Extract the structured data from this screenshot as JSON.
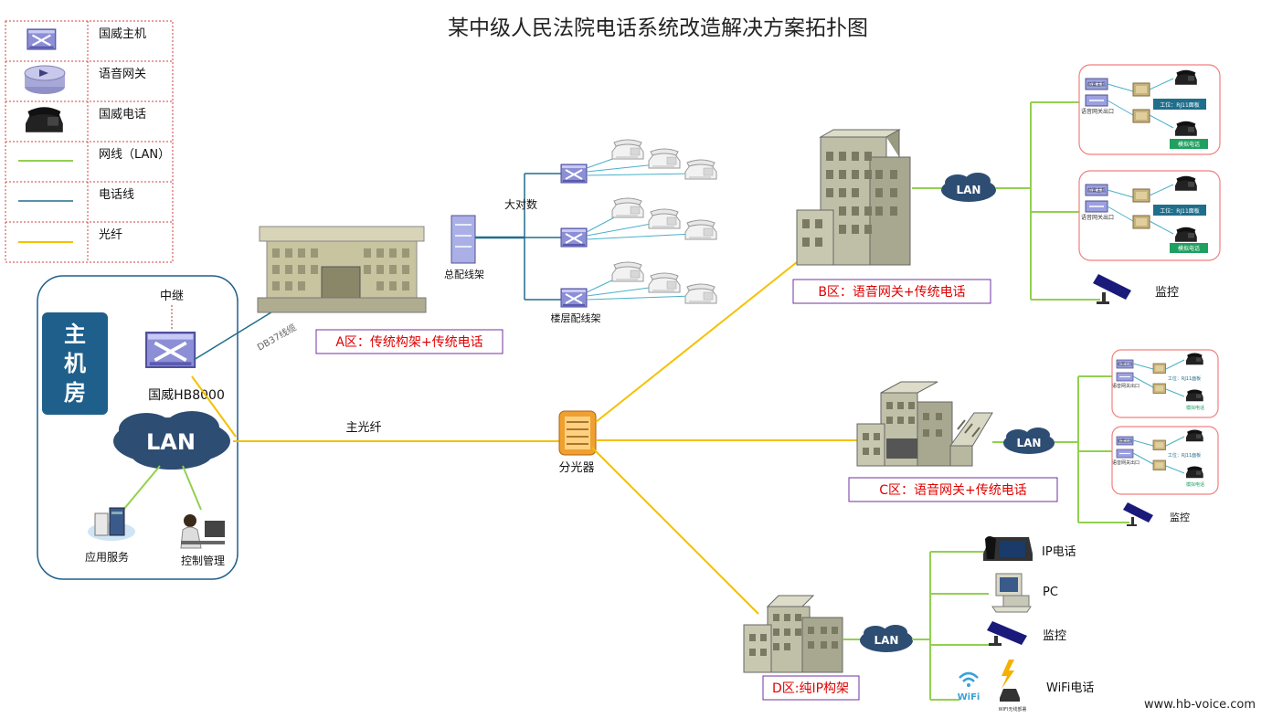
{
  "title": "某中级人民法院电话系统改造解决方案拓扑图",
  "legend": {
    "items": [
      {
        "label": "国威主机",
        "icon": "pbx-switch-icon"
      },
      {
        "label": "语音网关",
        "icon": "voice-gateway-icon"
      },
      {
        "label": "国威电话",
        "icon": "desk-phone-icon"
      },
      {
        "label": "网线（LAN）",
        "icon": "lan-line-icon",
        "color": "#92d050"
      },
      {
        "label": "电话线",
        "icon": "phone-line-icon",
        "color": "#1f6e8c"
      },
      {
        "label": "光纤",
        "icon": "fiber-line-icon",
        "color": "#f5c000"
      }
    ]
  },
  "main_room": {
    "title": "主机房",
    "trunk_label": "中继",
    "host_label": "国威HB8000",
    "lan": "LAN",
    "app_service": "应用服务",
    "control": "控制管理",
    "cable_label": "DB37线缆"
  },
  "backbone": {
    "fiber_label": "主光纤",
    "splitter_label": "分光器"
  },
  "zone_a": {
    "box_label": "A区：传统构架+传统电话",
    "main_frame": "总配线架",
    "pairs": "大对数",
    "floor_frame": "楼层配线架"
  },
  "zone_b": {
    "box_label": "B区：语音网关+传统电话",
    "lan": "LAN",
    "monitor": "监控",
    "detail": {
      "gateway_main": "前置主机",
      "gateway_port": "语音网关出口",
      "workstation": "工位：RJ11面板",
      "analog_phone": "模拟电话"
    }
  },
  "zone_c": {
    "box_label": "C区：语音网关+传统电话",
    "lan": "LAN",
    "monitor": "监控",
    "detail": {
      "gateway_main": "前置主机",
      "gateway_port": "语音网关出口",
      "workstation": "工位：RJ11面板",
      "analog_phone": "模拟电话"
    }
  },
  "zone_d": {
    "box_label": "D区:纯IP构架",
    "lan": "LAN",
    "ip_phone": "IP电话",
    "pc": "PC",
    "monitor": "监控",
    "wifi_phone": "WiFi电话",
    "wifi": "WiFi",
    "wifi_note": "WIFI无线部署"
  },
  "watermark": "www.hb-voice.com",
  "colors": {
    "lan": "#92d050",
    "phone": "#1f6e8c",
    "fiber": "#f5c000",
    "zone_border": "#7030a0",
    "zone_text": "#e00000",
    "room_fill": "#1f5f8b",
    "detail_border": "#f08080"
  }
}
